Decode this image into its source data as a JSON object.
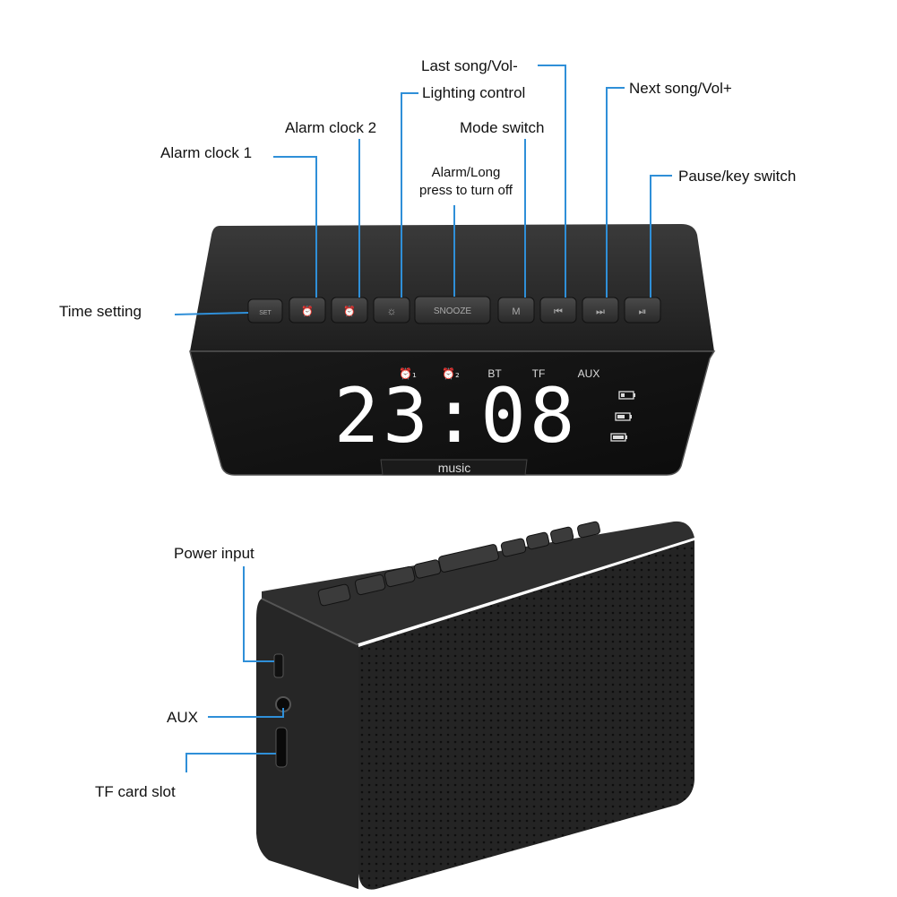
{
  "callouts_top": {
    "last_song": "Last song/Vol-",
    "lighting": "Lighting control",
    "next_song": "Next song/Vol+",
    "alarm2": "Alarm clock 2",
    "mode": "Mode switch",
    "alarm1": "Alarm clock 1",
    "alarm_long_line1": "Alarm/Long",
    "alarm_long_line2": "press to turn off",
    "pause": "Pause/key switch",
    "time_setting": "Time setting"
  },
  "callouts_bottom": {
    "power": "Power input",
    "aux": "AUX",
    "tf": "TF card slot"
  },
  "display": {
    "time": "23:08",
    "indicators": [
      "⏰₁",
      "⏰₂",
      "BT",
      "TF",
      "AUX"
    ],
    "brand": "music"
  },
  "buttons": {
    "set": "SET",
    "snooze": "SNOOZE"
  },
  "colors": {
    "callout_line": "#2f8fd8",
    "device_body": "#2b2b2b",
    "display_digits": "#ffffff"
  }
}
